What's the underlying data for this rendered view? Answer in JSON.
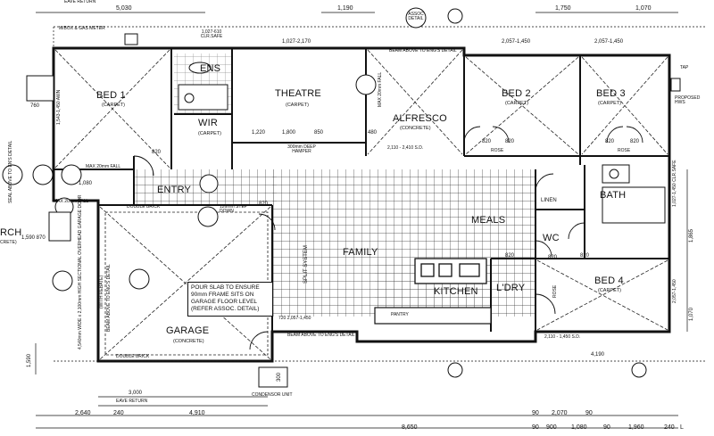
{
  "rooms": {
    "bed1": "BED 1",
    "bed1_floor": "(CARPET)",
    "ens": "ENS",
    "wir": "WIR",
    "wir_floor": "(CARPET)",
    "theatre": "THEATRE",
    "theatre_floor": "(CARPET)",
    "alfresco": "ALFRESCO",
    "alfresco_floor": "(CONCRETE)",
    "bed2": "BED 2",
    "bed2_floor": "(CARPET)",
    "bed3": "BED 3",
    "bed3_floor": "(CARPET)",
    "entry": "ENTRY",
    "bath": "BATH",
    "meals": "MEALS",
    "family": "FAMILY",
    "kitchen": "KITCHEN",
    "ldry": "L'DRY",
    "bed4": "BED 4",
    "bed4_floor": "(CARPET)",
    "wc": "WC",
    "garage": "GARAGE",
    "garage_floor": "(CONCRETE)",
    "porch": "RCH",
    "porch_floor": "CRETE)",
    "linen": "LINEN"
  },
  "notes": {
    "meterbox": "M/BOX & GAS METER",
    "clr_safe_top": "1,027-610 CLR.SAFE",
    "beam_top": "BEAM ABOVE TO ENG'S DETAIL",
    "beam_bottom": "BEAM ABOVE TO ENG'S DETAIL",
    "hamper": "300mm DEEP HAMPER",
    "max_fall_1": "MAX 20mm FALL",
    "max_fall_2": "MAX 20mm FALL",
    "step_down": "126mm STEP DOWN",
    "split_system": "SPLIT SYSTEM",
    "condensor": "CONDENSOR UNIT",
    "double_brick_top": "DOUBLE BRICK",
    "double_brick_bottom": "DOUBLE BRICK",
    "pour_slab": "POUR SLAB TO ENSURE 90mm FRAME SITS ON GARAGE FLOOR LEVEL (REFER ASSOC. DETAIL)",
    "eave_return_top": "EAVE RETURN",
    "eave_return_bottom": "EAVE RETURN",
    "sectional_door": "4,540mm WIDE x 2,100mm HIGH SECTIONAL OVERHEAD GARAGE DOOR",
    "beam_garage_1": "BEAM ABOVE TO ENG'S DETAIL",
    "beam_garage_2": "(WITH REBATE)",
    "rose_1": "ROSE",
    "rose_2": "ROSE",
    "rose_3": "ROSE",
    "assoc_detail": "ASSOC DETAIL",
    "pantry": "PANTRY",
    "sd_alfresco": "2,110 - 2,410 S.D.",
    "sd_bed4": "2,110 - 1,450 S.D.",
    "window_1720": "720  2,057-1,450",
    "tap": "TAP",
    "proposed_hws": "PROPOSED HWS",
    "clr_safe_right": "1,027-1,450 CLR.SAFE",
    "insulated_floor": "SEAL ABOVE TO EN'S DETAIL",
    "max_fall_hr": "MAX 20mm FALL"
  },
  "dimensions": {
    "top_1": "5,030",
    "top_2": "1,190",
    "top_3": "1,750",
    "top_4": "1,070",
    "win_theatre": "1,027-2,170",
    "win_bed2": "2,057-1,450",
    "win_bed3": "2,057-1,450",
    "bed1_side": "1,543-1,450 AWN",
    "d_760": "760",
    "d_820_a": "820",
    "d_820_b": "820",
    "d_820_c": "820",
    "d_820_d": "820",
    "d_820_e": "820",
    "d_820_f": "820",
    "d_820_g": "820",
    "d_820_h": "820",
    "d_820_i": "820",
    "d_1220": "1,220",
    "d_1800": "1,800",
    "d_850": "850",
    "d_480": "480",
    "d_1080": "1,080",
    "d_1590_870": "1,590  870",
    "d_1590": "1,590",
    "d_1865": "1,865",
    "d_1070r": "1,070",
    "d_2057_1450r": "2,057-1,450",
    "d_4190": "4,190",
    "d_3000": "3,000",
    "d_300": "300",
    "b_2640": "2,640",
    "b_240a": "240",
    "b_4910": "4,910",
    "b_90a": "90",
    "b_2070": "2,070",
    "b_90b": "90",
    "b_8650": "8,650",
    "b_90c": "90",
    "b_900": "900",
    "b_1080": "1,080",
    "b_90d": "90",
    "b_1960": "1,960",
    "b_240b": "240",
    "b_l": "L"
  }
}
